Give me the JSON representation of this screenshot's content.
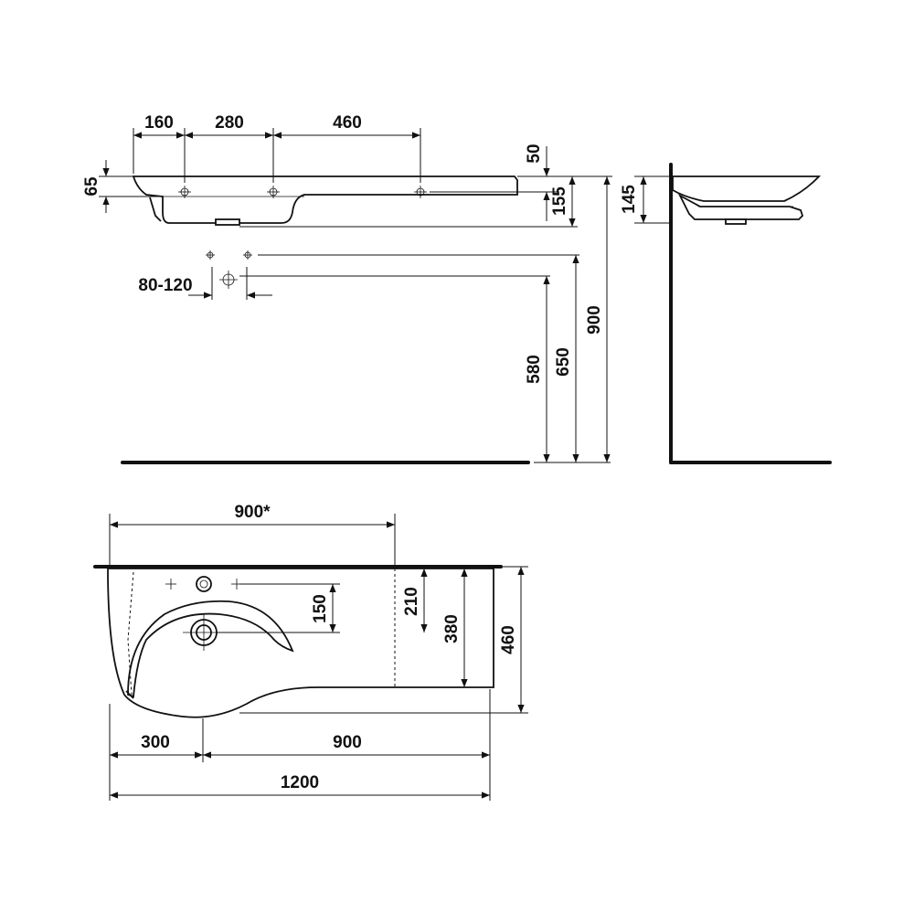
{
  "dimensions": {
    "d160": "160",
    "d280": "280",
    "d460": "460",
    "d50": "50",
    "d65": "65",
    "d155": "155",
    "d145": "145",
    "d80_120": "80-120",
    "d580": "580",
    "d650": "650",
    "d900_height": "900",
    "d900_star": "900*",
    "d150": "150",
    "d210": "210",
    "d380": "380",
    "d460_depth": "460",
    "d300": "300",
    "d900_width": "900",
    "d1200": "1200"
  }
}
